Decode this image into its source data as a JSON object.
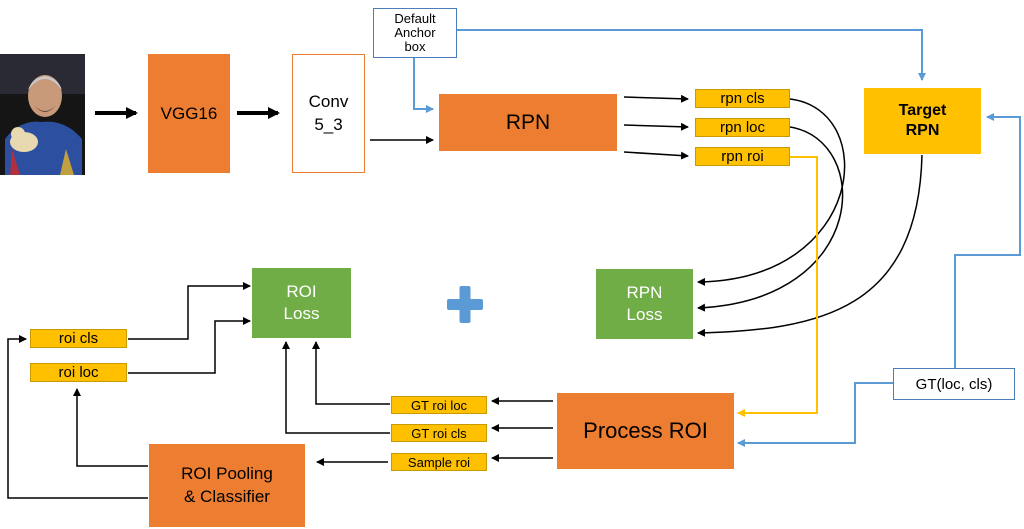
{
  "nodes": {
    "vgg16": "VGG16",
    "conv": "Conv\n5_3",
    "anchor": "Default\nAnchor\nbox",
    "rpn": "RPN",
    "rpn_cls": "rpn  cls",
    "rpn_loc": "rpn  loc",
    "rpn_roi": "rpn  roi",
    "target_rpn": "Target\nRPN",
    "roi_loss": "ROI\nLoss",
    "rpn_loss": "RPN\nLoss",
    "roi_cls": "roi  cls",
    "roi_loc": "roi  loc",
    "gt_roi_loc": "GT roi loc",
    "gt_roi_cls": "GT roi cls",
    "sample_roi": "Sample roi",
    "process_roi": "Process ROI",
    "roi_pooling": "ROI Pooling\n& Classifier",
    "gt": "GT(loc,  cls)",
    "plus": "+"
  },
  "colors": {
    "orange": "#ED7D31",
    "green": "#70AD47",
    "gold": "#FFC000",
    "blue_arrow": "#5B9BD5",
    "gold_arrow": "#FFC000",
    "plus": "#5B9BD5"
  },
  "image": {
    "name": "input-photo"
  }
}
